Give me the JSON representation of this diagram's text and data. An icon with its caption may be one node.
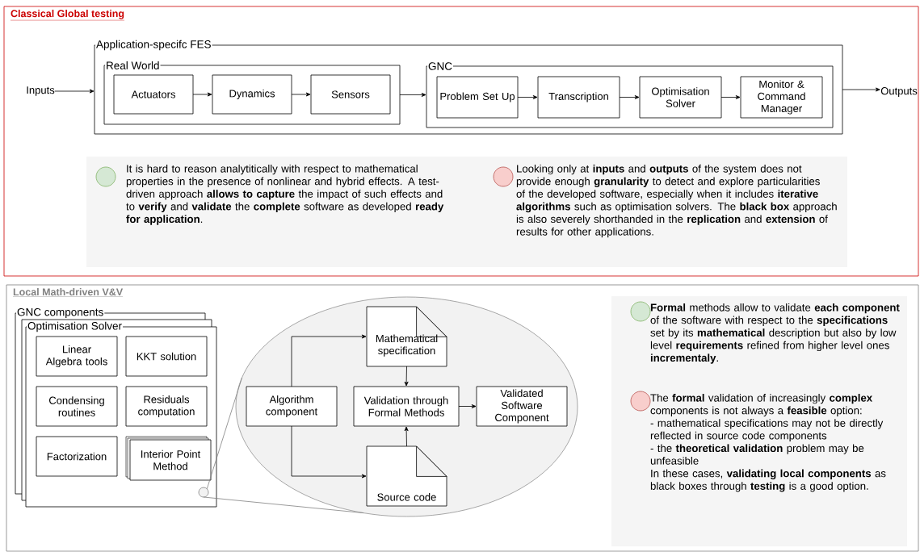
{
  "diagram": {
    "nodes": [
      {
        "text": [
          "Classical Global testing"
        ]
      },
      {
        "text": [
          "Application-specifc FES"
        ],
        "in": 0
      },
      {
        "text": [
          "Real World"
        ],
        "in": 1
      },
      {
        "text": [
          "Actuators"
        ],
        "in": 2
      },
      {
        "text": [
          "Dynamics"
        ],
        "in": 2
      },
      {
        "text": [
          "Sensors"
        ],
        "in": 2
      },
      {
        "text": [
          "GNC"
        ],
        "in": 1
      },
      {
        "text": [
          "Problem Set Up"
        ],
        "in": 6
      },
      {
        "text": [
          "Transcription"
        ],
        "in": 6
      },
      {
        "text": [
          "Optimisation Solver"
        ],
        "in": 6
      },
      {
        "text": [
          "Monitor & Command Manager"
        ],
        "in": 6
      },
      {
        "text": [
          "Inputs"
        ],
        "in": 0
      },
      {
        "text": [
          "Outputs"
        ],
        "in": 0
      },
      {
        "text": [
          "It is hard to reason analytitically with respect to mathematical properties in the presence of nonlinear and hybrid effects. A test-driven approach **allows to capture** the impact of such effects and to **verify** and **validate** the **complete** software as developed **ready for application**.",
          "Looking only at **inputs** and **outputs** of the system does not provide enough **granularity** to detect and explore particularities of the developed software, especially when it includes **iterative algorithms** such as optimisation solvers. The **black box** approach is also severely shorthanded in the **replication** and **extension** of results for other applications."
        ],
        "in": 0
      },
      {
        "text": [
          "Local Math-driven V&V"
        ]
      },
      {
        "text": [
          "GNC components"
        ],
        "in": 14
      },
      {
        "text": [
          "Optimisation Solver"
        ],
        "in": 15
      },
      {
        "text": [
          "Linear Algebra tools"
        ],
        "in": 16
      },
      {
        "text": [
          "KKT solution"
        ],
        "in": 16
      },
      {
        "text": [
          "Condensing routines"
        ],
        "in": 16
      },
      {
        "text": [
          "Residuals computation"
        ],
        "in": 16
      },
      {
        "text": [
          "Factorization"
        ],
        "in": 16
      },
      {
        "text": [
          "Interior Point Method"
        ],
        "in": 16
      },
      {
        "text": [],
        "shape": "circle",
        "in": 16
      },
      {
        "text": [],
        "shape": "ellipse",
        "in": 14
      },
      {
        "text": [
          "Algorithm component"
        ],
        "in": 24
      },
      {
        "text": [
          "Mathematical specification"
        ],
        "in": 24
      },
      {
        "text": [
          "Validation through Formal Methods"
        ],
        "in": 24
      },
      {
        "text": [
          "Validated Software Component"
        ],
        "in": 24
      },
      {
        "text": [
          "Source code"
        ],
        "in": 24
      },
      {
        "text": [
          "**Formal** methods allow to validate **each component** of the software with respect to the **specifications** set by its **mathematical** description but also by low level **requirements** refined from higher level ones **incrementaly**.",
          "The **formal** validation of increasingly **complex** components is not always a **feasible** option:",
          "- mathematical specifications may not be directly reflected in source code components",
          "- the **theoretical validation** problem may be unfeasible",
          "In these cases, **validating local components** as black boxes through **testing** is a good option."
        ],
        "in": 14
      }
    ],
    "edges": [
      {
        "from": 11,
        "to": 1,
        "arrow": "to"
      },
      {
        "from": 3,
        "to": 4,
        "arrow": "to"
      },
      {
        "from": 4,
        "to": 5,
        "arrow": "to"
      },
      {
        "from": 2,
        "to": 6,
        "arrow": "to"
      },
      {
        "from": 7,
        "to": 8,
        "arrow": "to"
      },
      {
        "from": 8,
        "to": 9,
        "arrow": "to"
      },
      {
        "from": 9,
        "to": 10,
        "arrow": "to"
      },
      {
        "from": 1,
        "to": 12,
        "arrow": "to"
      },
      {
        "from": 23,
        "to": 24,
        "arrow": "none",
        "color": "#808080"
      },
      {
        "from": 23,
        "to": 24,
        "arrow": "none",
        "color": "#808080"
      },
      {
        "from": 25,
        "to": 26,
        "arrow": "to"
      },
      {
        "from": 25,
        "to": 29,
        "arrow": "to"
      },
      {
        "from": 26,
        "to": 27,
        "arrow": "to"
      },
      {
        "from": 29,
        "to": 27,
        "arrow": "to"
      },
      {
        "from": 27,
        "to": 28,
        "arrow": "to"
      }
    ]
  }
}
